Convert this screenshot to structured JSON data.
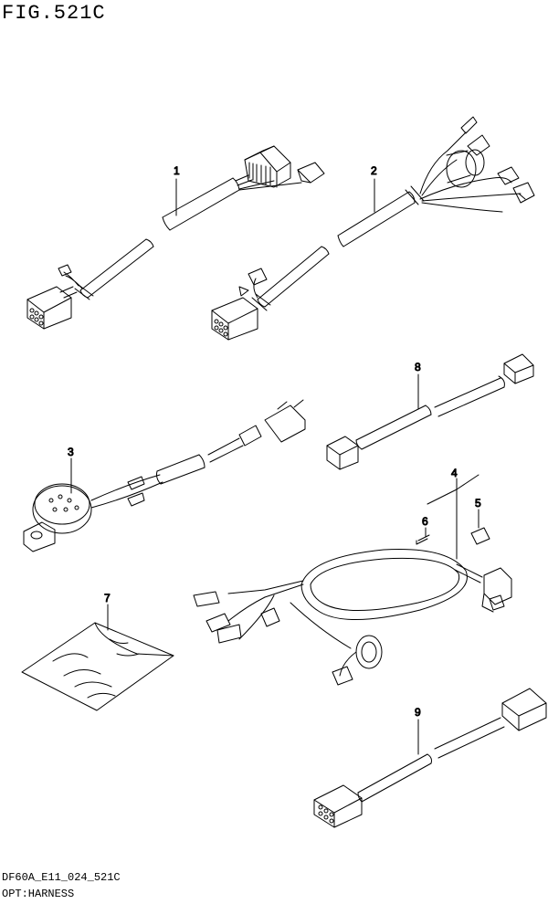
{
  "figure": {
    "title": "FIG.521C",
    "code": "DF60A_E11_024_521C",
    "name": "OPT:HARNESS"
  },
  "parts": [
    {
      "number": "1",
      "item": "harness-1"
    },
    {
      "number": "2",
      "item": "harness-2"
    },
    {
      "number": "3",
      "item": "buzzer"
    },
    {
      "number": "4",
      "item": "main-harness"
    },
    {
      "number": "5",
      "item": "connector-cap"
    },
    {
      "number": "6",
      "item": "terminal"
    },
    {
      "number": "7",
      "item": "parts-bag"
    },
    {
      "number": "8",
      "item": "harness-8"
    },
    {
      "number": "9",
      "item": "harness-9"
    }
  ]
}
